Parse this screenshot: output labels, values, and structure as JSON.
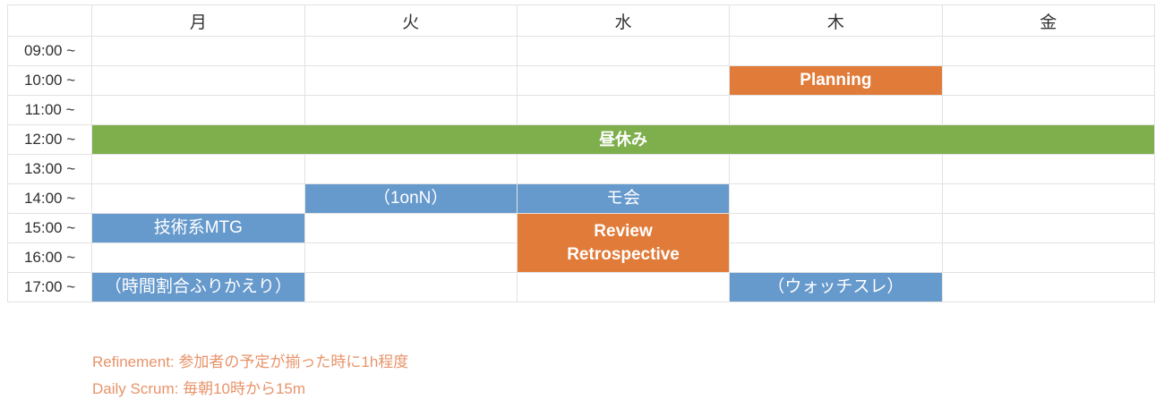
{
  "schedule": {
    "corner_label": "",
    "day_headers": [
      "月",
      "火",
      "水",
      "木",
      "金"
    ],
    "time_labels": [
      "09:00 ~",
      "10:00 ~",
      "11:00 ~",
      "12:00 ~",
      "13:00 ~",
      "14:00 ~",
      "15:00 ~",
      "16:00 ~",
      "17:00 ~"
    ],
    "events": {
      "planning": "Planning",
      "lunch_break": "昼休み",
      "one_on_n": "（1onN）",
      "mokai": "モ会",
      "review": "Review",
      "retrospective": "Retrospective",
      "tech_mtg": "技術系MTG",
      "furikaeri": "（時間割合ふりかえり）",
      "watch_sure": "（ウォッチスレ）"
    }
  },
  "notes": [
    "Refinement: 参加者の予定が揃った時に1h程度",
    "Daily Scrum: 毎朝10時から15m"
  ],
  "colors": {
    "blue": "#6699cc",
    "orange": "#e07b39",
    "green": "#7fae4d",
    "note_text": "#e8936a",
    "grid_line": "#e2e2e2"
  }
}
